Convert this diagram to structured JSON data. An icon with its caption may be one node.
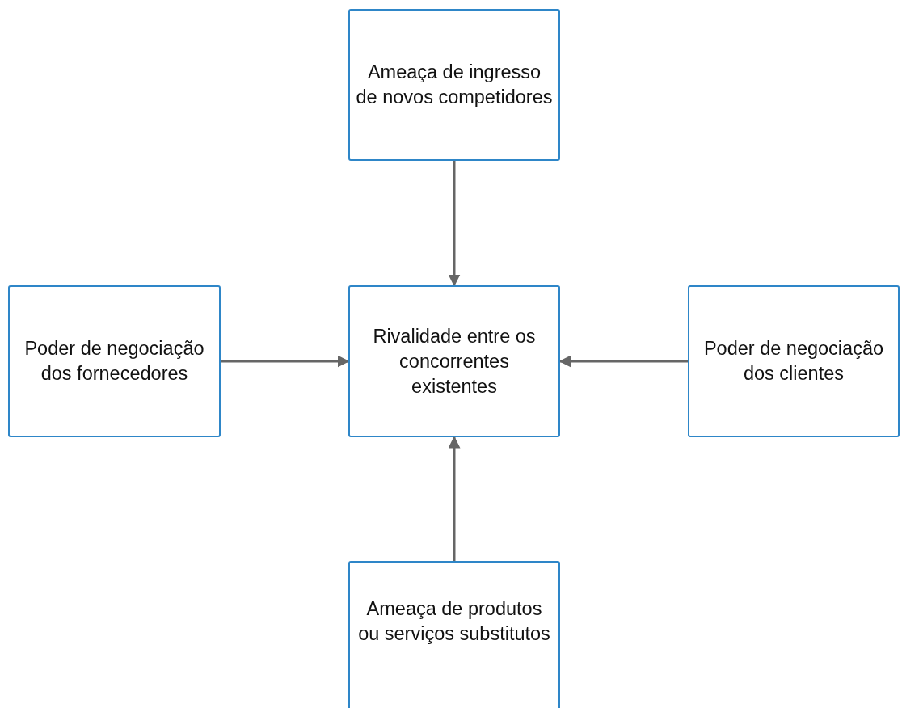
{
  "diagram": {
    "nodes": [
      {
        "text": [
          "Ameaça de ingresso de novos competidores"
        ]
      },
      {
        "text": [
          "Poder de negociação dos fornecedores"
        ]
      },
      {
        "text": [
          "Rivalidade entre os concorrentes existentes"
        ]
      },
      {
        "text": [
          "Poder de negociação dos clientes"
        ]
      },
      {
        "text": [
          "Ameaça de produtos ou serviços substitutos"
        ]
      }
    ],
    "edges": [
      {
        "from": 0,
        "to": 2,
        "arrow": "to"
      },
      {
        "from": 1,
        "to": 2,
        "arrow": "to"
      },
      {
        "from": 3,
        "to": 2,
        "arrow": "to"
      },
      {
        "from": 4,
        "to": 2,
        "arrow": "to"
      }
    ]
  }
}
